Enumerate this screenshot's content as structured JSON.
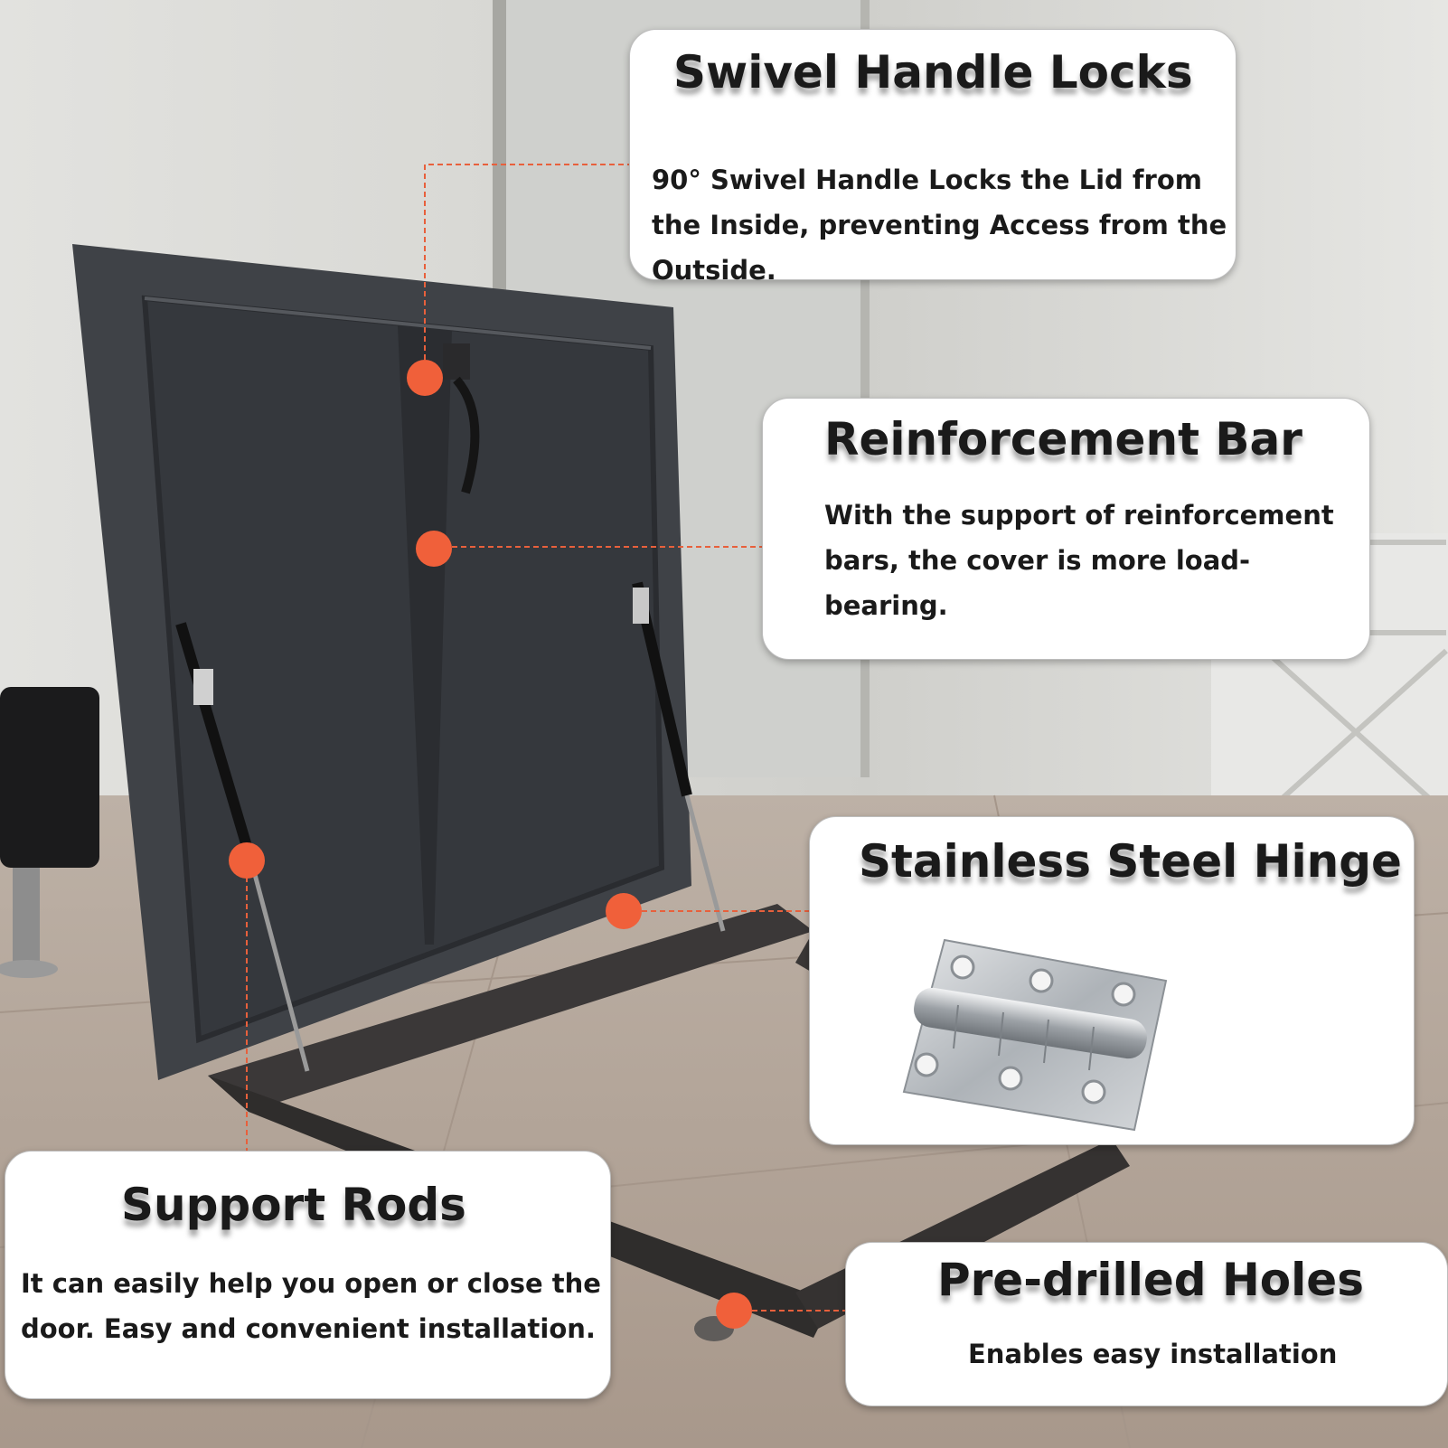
{
  "callouts": {
    "swivel": {
      "title": "Swivel Handle Locks",
      "description": "90° Swivel Handle Locks the Lid from the Inside, preventing Access from the Outside."
    },
    "reinforcement": {
      "title": "Reinforcement Bar",
      "description": "With the support of reinforcement bars, the cover is more load-bearing."
    },
    "hinge": {
      "title": "Stainless Steel Hinge"
    },
    "rods": {
      "title": "Support Rods",
      "description": "It can easily help you open or close the door. Easy and convenient installation."
    },
    "holes": {
      "title": "Pre-drilled Holes",
      "description": "Enables easy installation"
    }
  },
  "colors": {
    "marker": "#f0603a",
    "leader": "#e8603c",
    "panel": "#3f4247",
    "frame": "#3b3838",
    "floor": "#b7a699",
    "wall": "#dcdbd8"
  }
}
